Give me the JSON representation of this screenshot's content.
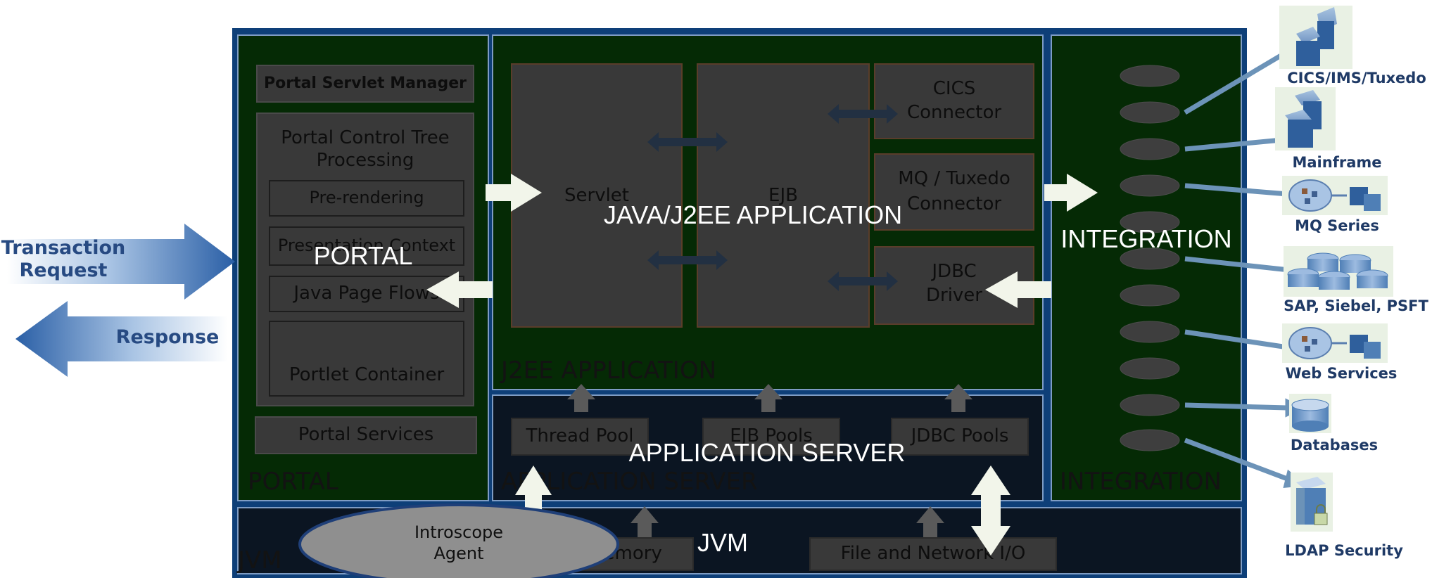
{
  "diagram": {
    "left_labels": {
      "transaction_request_line1": "Transaction",
      "transaction_request_line2": "Request",
      "response": "Response"
    },
    "portal": {
      "overlay_label": "PORTAL",
      "watermark": "PORTAL",
      "servlet_manager": "Portal Servlet Manager",
      "control_tree_line1": "Portal Control Tree",
      "control_tree_line2": "Processing",
      "pre_rendering": "Pre-rendering",
      "presentation_context": "Presentation Context",
      "java_page_flows": "Java Page Flows",
      "portlet_container": "Portlet Container",
      "portal_services": "Portal Services"
    },
    "j2ee": {
      "overlay_label": "JAVA/J2EE APPLICATION",
      "watermark": "J2EE APPLICATION",
      "servlet": "Servlet",
      "ejb": "EJB",
      "cics_line1": "CICS",
      "cics_line2": "Connector",
      "mq_line1": "MQ / Tuxedo",
      "mq_line2": "Connector",
      "jdbc_line1": "JDBC",
      "jdbc_line2": "Driver"
    },
    "app_server": {
      "overlay_label": "APPLICATION SERVER",
      "watermark": "APPLICATION SERVER",
      "thread_pool": "Thread Pool",
      "ejb_pools": "EJB Pools",
      "jdbc_pools": "JDBC Pools"
    },
    "integration": {
      "overlay_label": "INTEGRATION",
      "watermark": "INTEGRATION"
    },
    "jvm": {
      "overlay_label": "JVM",
      "watermark": "JVM",
      "introscope_line1": "Introscope",
      "introscope_line2": "Agent",
      "memory": "Memory",
      "file_network_io": "File and Network I/O"
    },
    "external_systems": [
      "CICS/IMS/Tuxedo",
      "Mainframe",
      "MQ Series",
      "SAP, Siebel, PSFT",
      "Web Services",
      "Databases",
      "LDAP Security"
    ],
    "colors": {
      "frame_blue": "#0e3f78",
      "panel_green": "#052a05",
      "dark_navy": "#0b1522",
      "box_gray": "#393939",
      "arrow_blue": "#2c62a8",
      "connector_blue": "#6c93b8"
    }
  }
}
